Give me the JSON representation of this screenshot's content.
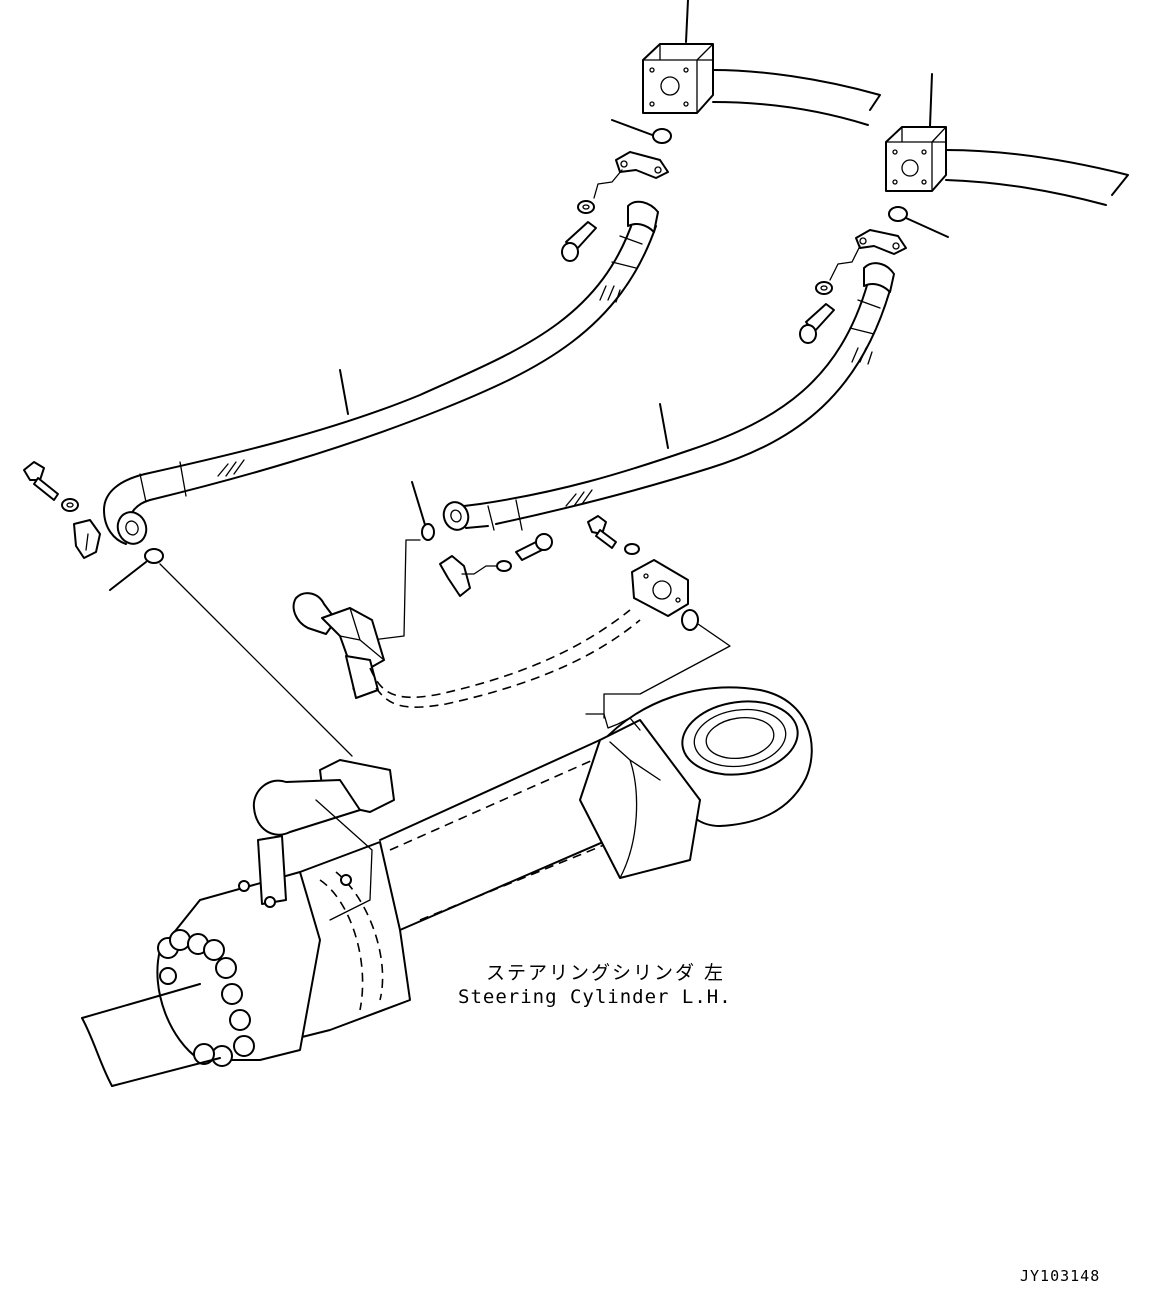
{
  "title_jp": "ステアリングシリンダ 左",
  "title_en": "Steering Cylinder L.H.",
  "figure_id": "JY103148"
}
